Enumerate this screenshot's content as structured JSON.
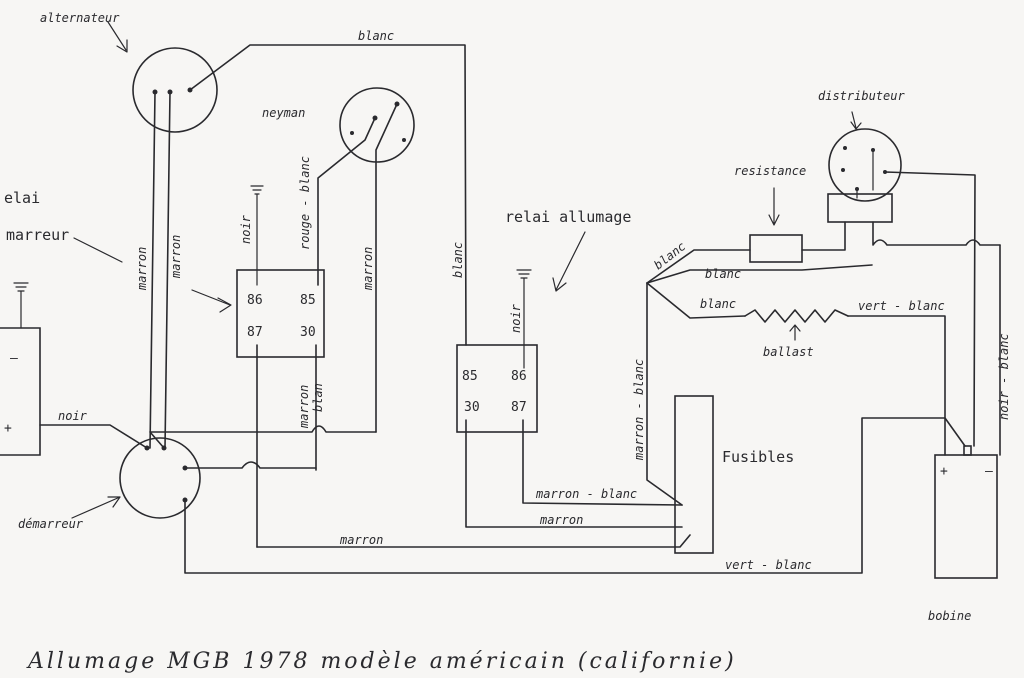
{
  "components": {
    "alternateur": "alternateur",
    "neyman": "neyman",
    "distributeur": "distributeur",
    "resistance": "resistance",
    "ballast": "ballast",
    "relai_demarreur_a": "elai",
    "relai_demarreur_b": "marreur",
    "relai_allumage": "relai allumage",
    "fusibles": "Fusibles",
    "demarreur": "démarreur",
    "bobine": "bobine"
  },
  "relay_left": {
    "p86": "86",
    "p85": "85",
    "p87": "87",
    "p30": "30"
  },
  "relay_right": {
    "p85": "85",
    "p86": "86",
    "p30": "30",
    "p87": "87"
  },
  "bobine_terminals": {
    "plus": "+",
    "minus": "–"
  },
  "wires": {
    "blanc": "blanc",
    "marron": "marron",
    "noir": "noir",
    "rouge_blanc": "rouge - blanc",
    "marron_blanc": "marron - blanc",
    "marron_blan_split_a": "marron",
    "marron_blan_split_b": "blan",
    "vert_blanc": "vert - blanc",
    "noir_blanc": "noir - blanc"
  },
  "edge_plus": "+",
  "edge_minus": "–",
  "title": "Allumage  MGB  1978  modèle  américain  (californie)"
}
